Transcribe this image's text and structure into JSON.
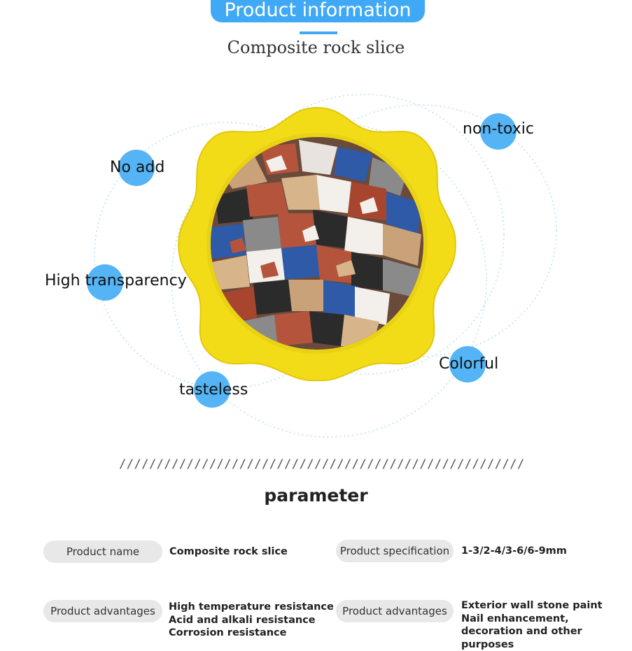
{
  "header": {
    "title": "Product information",
    "subtitle": "Composite rock slice"
  },
  "features": {
    "no_add": "No add",
    "non_toxic": "non-toxic",
    "high_transparency": "High transparency",
    "colorful": "Colorful",
    "tasteless": "tasteless"
  },
  "divider": "////////////////////////////////////////////////////////////////////////////////",
  "parameter": {
    "title": "parameter",
    "rows": [
      {
        "left_label": "Product name",
        "left_value": [
          "Composite rock slice"
        ],
        "right_label": "Product specification",
        "right_value": [
          "1-3/2-4/3-6/6-9mm"
        ]
      },
      {
        "left_label": "Product advantages",
        "left_value": [
          "High temperature resistance",
          "Acid and alkali resistance",
          "Corrosion resistance"
        ],
        "right_label": "Product advantages",
        "right_value": [
          "Exterior wall stone paint",
          "Nail enhancement,",
          "decoration and other purposes"
        ]
      }
    ]
  },
  "colors": {
    "accent": "#3fa9f5",
    "dot": "#55b4f5",
    "bowl": "#f2dc18",
    "pill_bg": "#e8e8e8"
  }
}
